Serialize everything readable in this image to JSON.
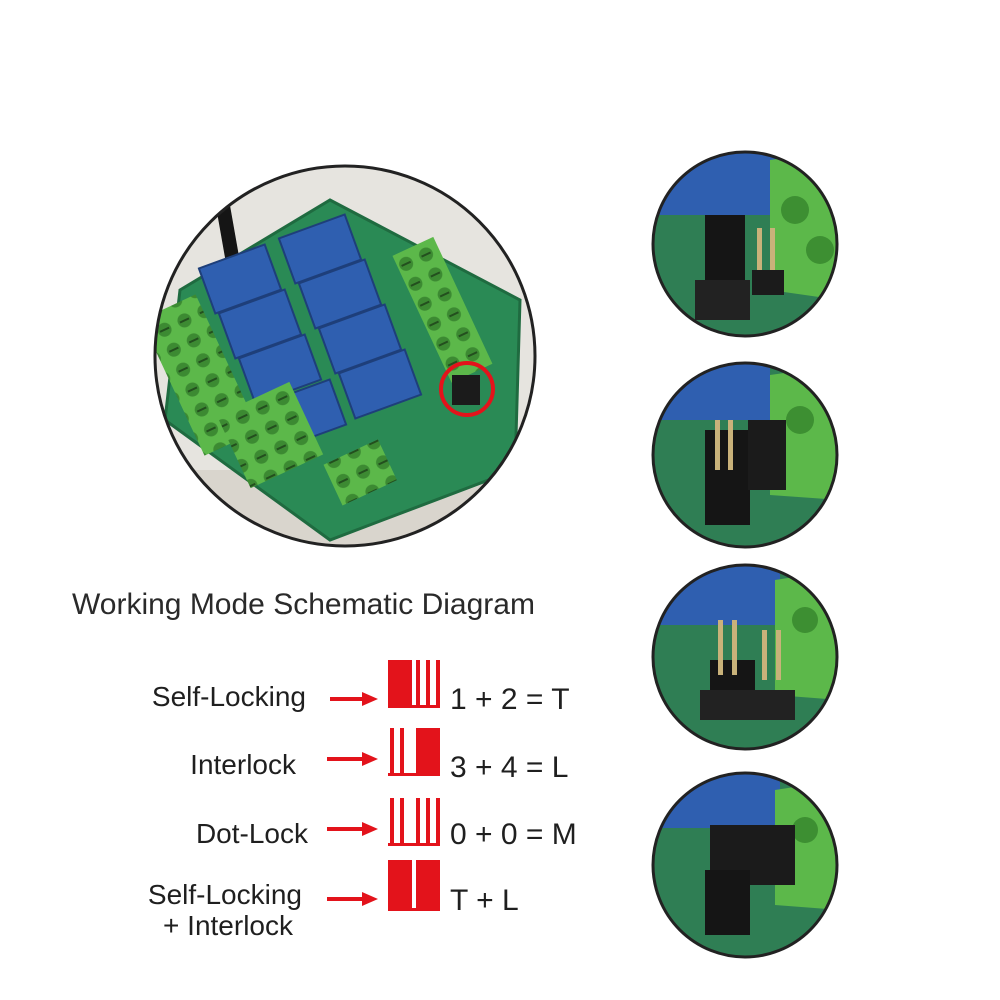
{
  "title": "Working Mode Schematic Diagram",
  "colors": {
    "accent": "#e3131b",
    "pcb": "#2a8a55",
    "relay": "#2f5fb0",
    "terminal": "#5cb84a",
    "header": "#1b1b1b"
  },
  "modes": [
    {
      "label_line1": "Self-Locking",
      "label_line2": "",
      "formula": "1 + 2 = T",
      "jumper": "pins-1-2"
    },
    {
      "label_line1": "Interlock",
      "label_line2": "",
      "formula": "3 + 4 = L",
      "jumper": "pins-3-4"
    },
    {
      "label_line1": "Dot-Lock",
      "label_line2": "",
      "formula": "0 + 0 = M",
      "jumper": "none"
    },
    {
      "label_line1": "Self-Locking",
      "label_line2": "+ Interlock",
      "formula": "T + L",
      "jumper": "both"
    }
  ],
  "photos": {
    "board": "relay-board-photo",
    "closeups": [
      "jumper-closeup-1",
      "jumper-closeup-2",
      "jumper-closeup-3",
      "jumper-closeup-4"
    ]
  }
}
